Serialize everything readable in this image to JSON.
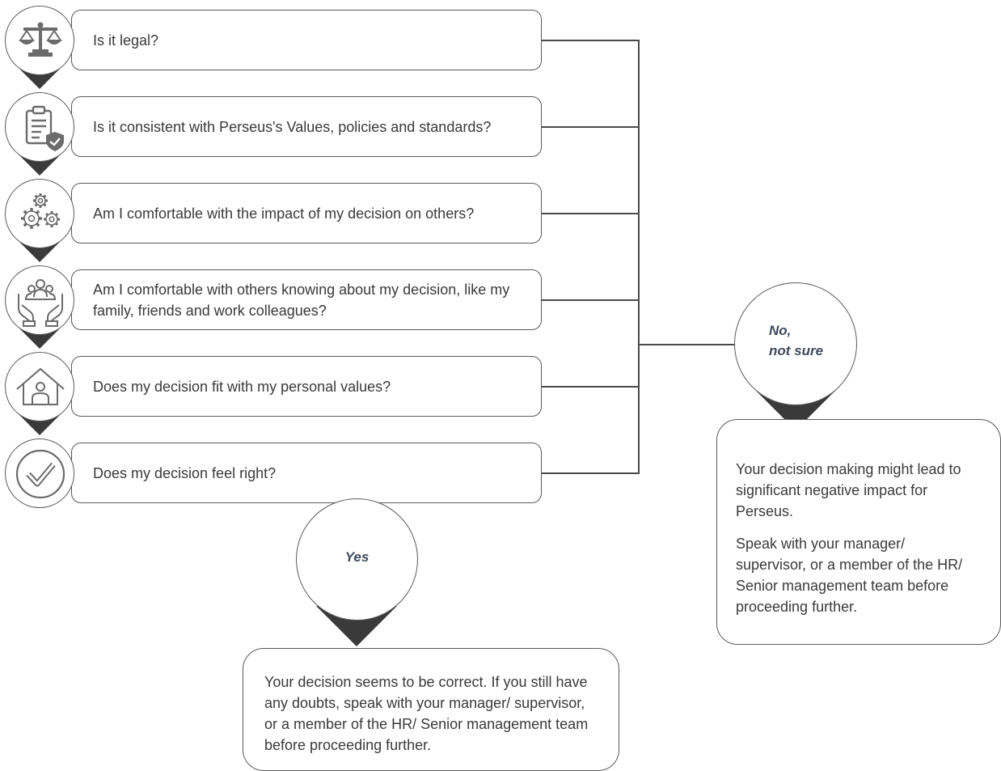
{
  "questions": [
    {
      "icon": "scales-icon",
      "text": "Is it legal?"
    },
    {
      "icon": "clipboard-shield-icon",
      "text": "Is it consistent with Perseus's Values, policies and standards?"
    },
    {
      "icon": "gears-icon",
      "text": "Am I comfortable with the impact of my decision on others?"
    },
    {
      "icon": "people-hands-icon",
      "text": "Am I comfortable with others knowing about my decision, like my family, friends and work colleagues?"
    },
    {
      "icon": "house-person-icon",
      "text": "Does my decision fit with my personal values?"
    },
    {
      "icon": "checkmark-circle-icon",
      "text": "Does my decision feel right?"
    }
  ],
  "yes": {
    "label": "Yes",
    "result": "Your decision seems to be correct. If you still have any doubts, speak with your manager/ supervisor,  or a member of the HR/ Senior management team before proceeding further."
  },
  "no": {
    "label_line1": "No,",
    "label_line2": "not sure",
    "result_p1": "Your decision making might lead to significant negative impact for Perseus.",
    "result_p2": "Speak with your manager/ supervisor,  or a member of the HR/ Senior management team before proceeding further."
  },
  "colors": {
    "line": "#5a5a5a",
    "pointer": "#3a3a3a",
    "icon": "#6b6b6b",
    "answer_text": "#3f4a5c"
  }
}
